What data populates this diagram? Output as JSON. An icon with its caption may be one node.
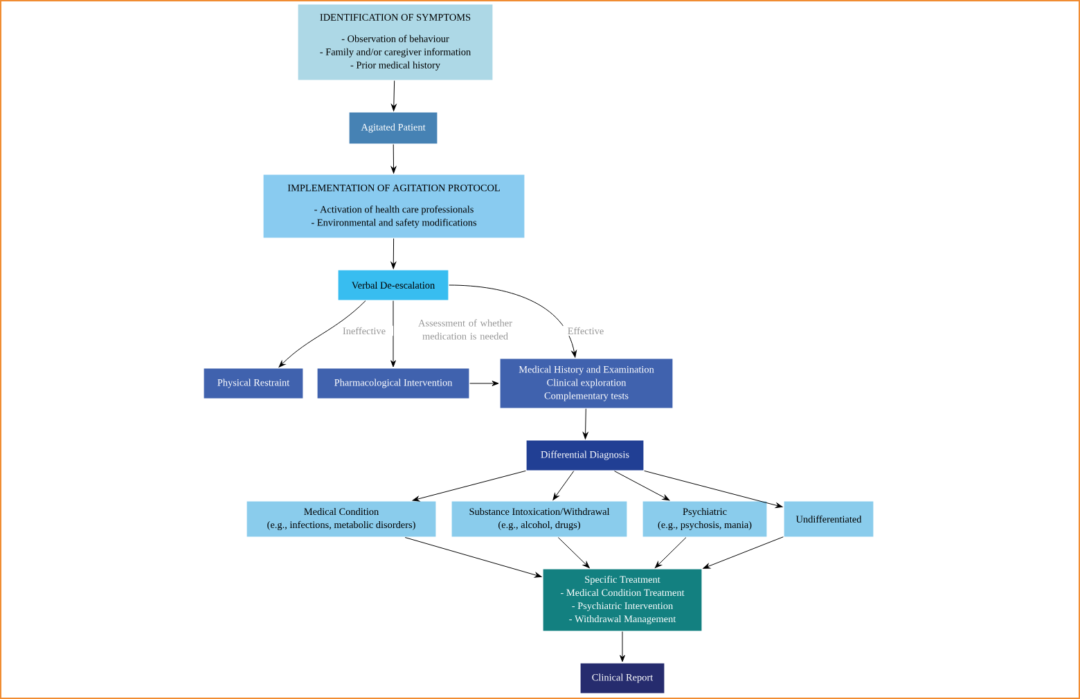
{
  "diagram": {
    "nodes": [
      {
        "text": [
          "IDENTIFICATION OF SYMPTOMS",
          "- Observation of behaviour",
          "- Family and/or caregiver information",
          "- Prior medical history"
        ]
      },
      {
        "text": [
          "Agitated Patient"
        ]
      },
      {
        "text": [
          "IMPLEMENTATION OF AGITATION PROTOCOL",
          "- Activation of health care professionals",
          "- Environmental and safety modifications"
        ]
      },
      {
        "text": [
          "Verbal De-escalation"
        ]
      },
      {
        "text": [
          "Physical Restraint"
        ]
      },
      {
        "text": [
          "Pharmacological Intervention"
        ]
      },
      {
        "text": [
          "Medical History and Examination",
          "Clinical exploration",
          "Complementary tests"
        ]
      },
      {
        "text": [
          "Differential Diagnosis"
        ]
      },
      {
        "text": [
          "Medical Condition",
          "(e.g., infections, metabolic disorders)"
        ]
      },
      {
        "text": [
          "Substance Intoxication/Withdrawal",
          "(e.g., alcohol, drugs)"
        ]
      },
      {
        "text": [
          "Psychiatric",
          "(e.g., psychosis, mania)"
        ]
      },
      {
        "text": [
          "Undifferentiated"
        ]
      },
      {
        "text": [
          "Specific Treatment",
          "- Medical Condition Treatment",
          "- Psychiatric Intervention",
          "- Withdrawal Management"
        ]
      },
      {
        "text": [
          "Clinical Report"
        ]
      }
    ],
    "edges": [
      {
        "from": 0,
        "to": 1,
        "arrow": "to"
      },
      {
        "from": 1,
        "to": 2,
        "arrow": "to"
      },
      {
        "from": 2,
        "to": 3,
        "arrow": "to"
      },
      {
        "from": 3,
        "to": 4,
        "arrow": "to",
        "label": "Ineffective"
      },
      {
        "from": 3,
        "to": 5,
        "arrow": "to",
        "label": "Assessment of whether medication is needed"
      },
      {
        "from": 3,
        "to": 6,
        "arrow": "to",
        "label": "Effective"
      },
      {
        "from": 5,
        "to": 6,
        "arrow": "to"
      },
      {
        "from": 6,
        "to": 7,
        "arrow": "to"
      },
      {
        "from": 7,
        "to": 8,
        "arrow": "to"
      },
      {
        "from": 7,
        "to": 9,
        "arrow": "to"
      },
      {
        "from": 7,
        "to": 10,
        "arrow": "to"
      },
      {
        "from": 7,
        "to": 11,
        "arrow": "to"
      },
      {
        "from": 8,
        "to": 12,
        "arrow": "to"
      },
      {
        "from": 9,
        "to": 12,
        "arrow": "to"
      },
      {
        "from": 10,
        "to": 12,
        "arrow": "to"
      },
      {
        "from": 11,
        "to": 12,
        "arrow": "to"
      },
      {
        "from": 12,
        "to": 13,
        "arrow": "to"
      }
    ]
  }
}
